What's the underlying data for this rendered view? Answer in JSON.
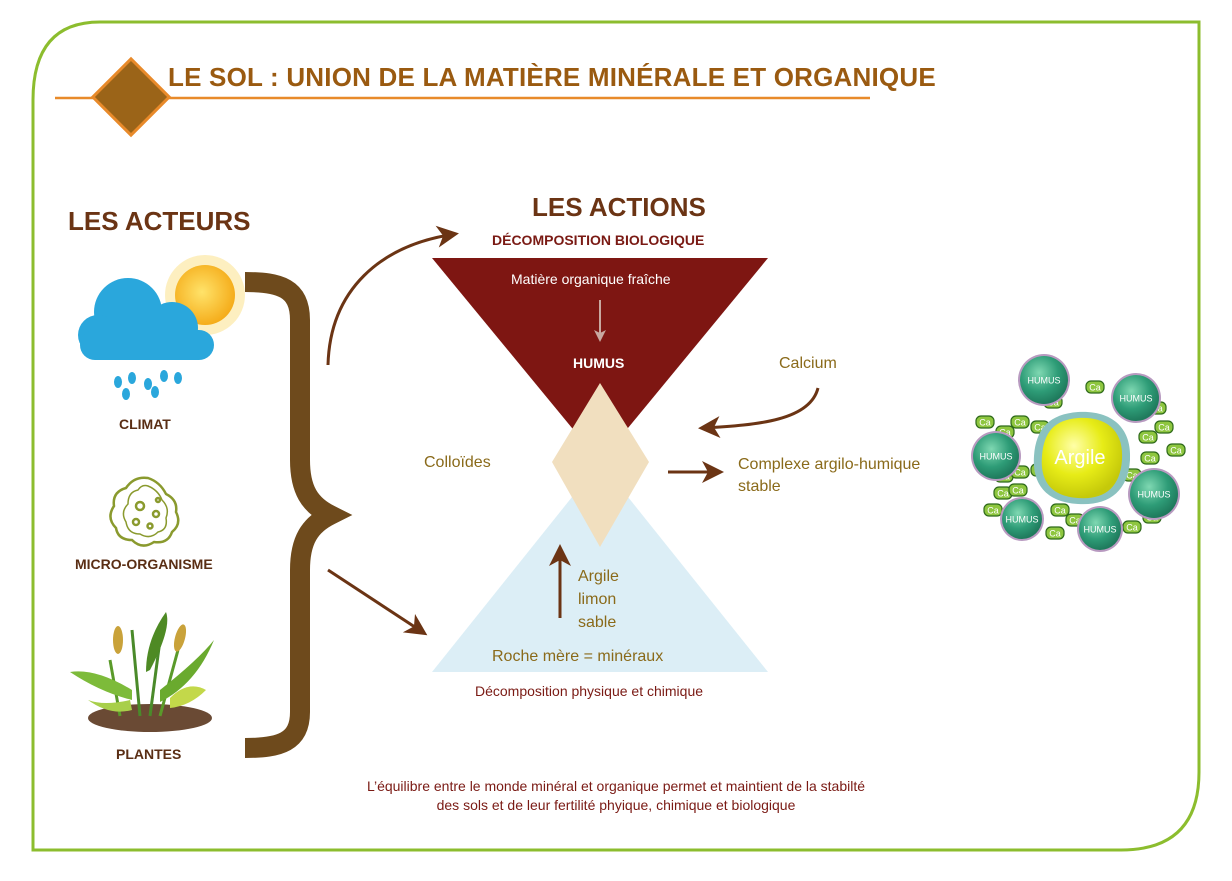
{
  "title": "LE SOL : UNION DE LA MATIÈRE MINÉRALE ET ORGANIQUE",
  "actors": {
    "heading": "LES ACTEURS",
    "items": [
      "CLIMAT",
      "MICRO-ORGANISME",
      "PLANTES"
    ]
  },
  "actions": {
    "heading": "LES ACTIONS",
    "top_caption": "DÉCOMPOSITION BIOLOGIQUE",
    "fresh_matter": "Matière organique fraîche",
    "humus": "HUMUS",
    "calcium": "Calcium",
    "colloids": "Colloïdes",
    "complex_line1": "Complexe argilo-humique",
    "complex_line2": "stable",
    "minerals": [
      "Argile",
      "limon",
      "sable"
    ],
    "bedrock": "Roche mère = minéraux",
    "bottom_caption": "Décomposition physique et chimique"
  },
  "cluster": {
    "center_label": "Argile",
    "humus_label": "HUMUS",
    "ca_label": "Ca"
  },
  "footer": {
    "line1": "L’équilibre entre le monde minéral et organique permet et maintient de la stabilté",
    "line2": "des sols et de leur fertilité phyique, chimique et biologique"
  },
  "colors": {
    "frame": "#8cbd2e",
    "title": "#9a5a10",
    "diamond": "#9b6418",
    "accent_orange": "#e88a2a",
    "maroon": "#7e1612",
    "light_blue": "#dceef6",
    "beige": "#f1dfbf",
    "brace": "#6e4a1c",
    "humus_green": "#2e9c77",
    "argile_yellow": "#e7ec17"
  }
}
